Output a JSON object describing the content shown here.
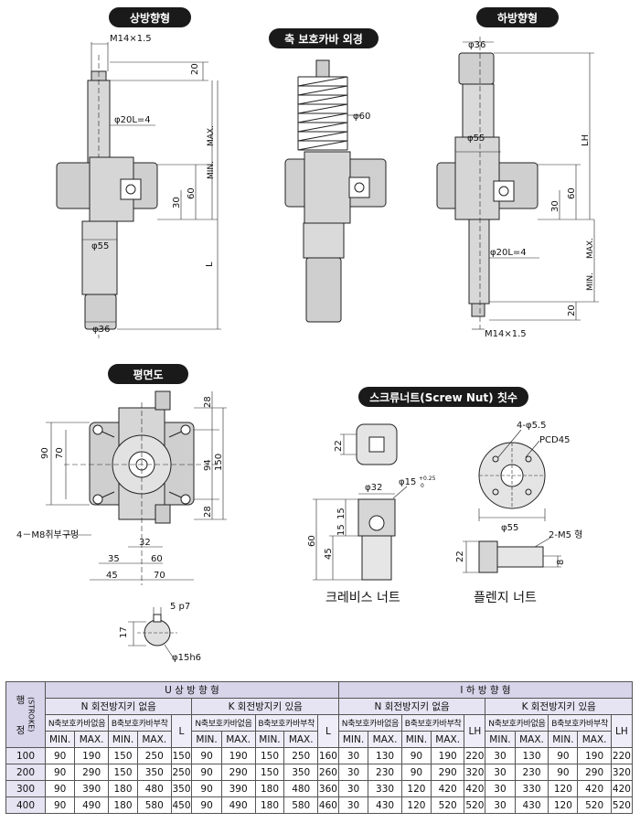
{
  "sections": {
    "up_type": "상방향형",
    "bellows": "축 보호카바 외경",
    "down_type": "하방향형",
    "plan": "평면도",
    "screw_nut": "스크류너트(Screw Nut) 칫수"
  },
  "up_dims": {
    "thread": "M14×1.5",
    "d20": "20",
    "shaft": "φ20L=4",
    "max": "MAX.",
    "min": "MIN.",
    "d60": "60",
    "d30": "30",
    "d55": "φ55",
    "L": "L",
    "d36": "φ36"
  },
  "bellows_dims": {
    "d60": "φ60"
  },
  "down_dims": {
    "d36": "φ36",
    "d55": "φ55",
    "LH": "LH",
    "d60": "60",
    "d30": "30",
    "shaft": "φ20L=4",
    "max": "MAX.",
    "min": "MIN.",
    "d20": "20",
    "thread": "M14×1.5"
  },
  "plan_dims": {
    "d28a": "28",
    "d28b": "28",
    "d90": "90",
    "d70": "70",
    "d94": "94",
    "d150": "150",
    "bolt": "4－M8취부구멍",
    "d32": "32",
    "d35": "35",
    "d60": "60",
    "d45": "45",
    "d70b": "70"
  },
  "key_dims": {
    "p7": "5 p7",
    "d17": "17",
    "h6": "φ15h6"
  },
  "clevis_dims": {
    "d22": "22",
    "d32": "φ32",
    "d15": "φ15",
    "tol_up": "+0.25",
    "tol_dn": "0",
    "a15": "15",
    "b15": "15",
    "d60": "60",
    "d45": "45",
    "caption": "크레비스 너트"
  },
  "flange_dims": {
    "holes": "4-φ5.5",
    "pcd": "PCD45",
    "d55": "φ55",
    "m5": "2-M5 형",
    "d22": "22",
    "d8": "8",
    "caption": "플렌지 너트"
  },
  "table": {
    "col_row": "행",
    "col_stroke": "(STROKE)",
    "col_jeong": "정",
    "u_title": "U  상 방 향 형",
    "i_title": "I  하 방 향 형",
    "n_title": "N 회전방지키 없음",
    "k_title": "K 회전방지키 있음",
    "n_cover": "N축보호카바없음",
    "b_cover": "B축보호카바부착",
    "min": "MIN.",
    "max": "MAX.",
    "L": "L",
    "LH": "LH",
    "rows": [
      [
        "100",
        "90",
        "190",
        "150",
        "250",
        "150",
        "90",
        "190",
        "150",
        "250",
        "160",
        "30",
        "130",
        "90",
        "190",
        "220",
        "30",
        "130",
        "90",
        "190",
        "220"
      ],
      [
        "200",
        "90",
        "290",
        "150",
        "350",
        "250",
        "90",
        "290",
        "150",
        "350",
        "260",
        "30",
        "230",
        "90",
        "290",
        "320",
        "30",
        "230",
        "90",
        "290",
        "320"
      ],
      [
        "300",
        "90",
        "390",
        "180",
        "480",
        "350",
        "90",
        "390",
        "180",
        "480",
        "360",
        "30",
        "330",
        "120",
        "420",
        "420",
        "30",
        "330",
        "120",
        "420",
        "420"
      ],
      [
        "400",
        "90",
        "490",
        "180",
        "580",
        "450",
        "90",
        "490",
        "180",
        "580",
        "460",
        "30",
        "430",
        "120",
        "520",
        "520",
        "30",
        "430",
        "120",
        "520",
        "520"
      ]
    ]
  }
}
